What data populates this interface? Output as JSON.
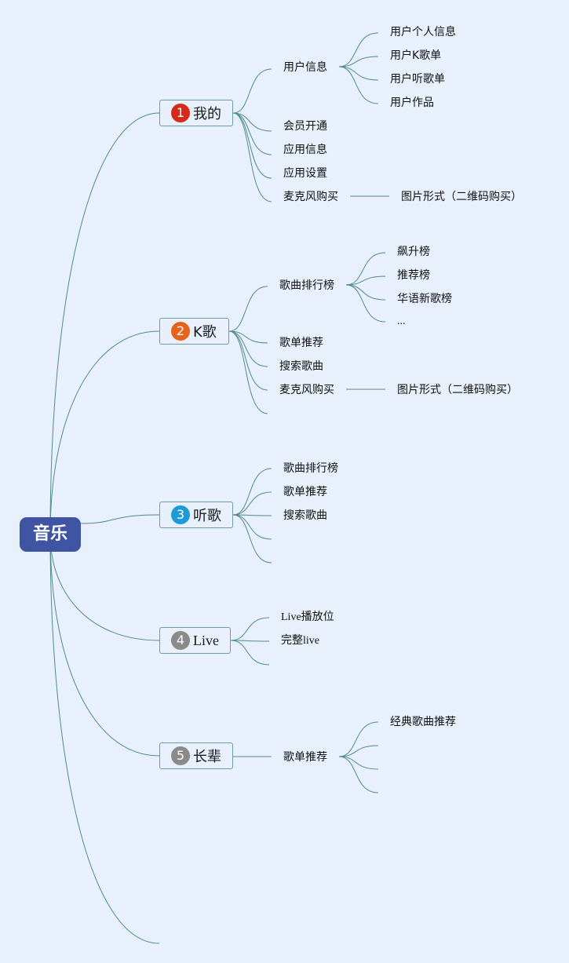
{
  "root": {
    "label": "音乐"
  },
  "branches": [
    {
      "badge": "1",
      "label": "我的",
      "items": [
        {
          "label": "用户信息",
          "children": [
            "用户个人信息",
            "用户K歌单",
            "用户听歌单",
            "用户作品"
          ]
        },
        {
          "label": "会员开通"
        },
        {
          "label": "应用信息"
        },
        {
          "label": "应用设置"
        },
        {
          "label": "麦克风购买",
          "children": [
            "图片形式（二维码购买）"
          ]
        }
      ]
    },
    {
      "badge": "2",
      "label": "K歌",
      "items": [
        {
          "label": "歌曲排行榜",
          "children": [
            "飙升榜",
            "推荐榜",
            "华语新歌榜",
            "..."
          ]
        },
        {
          "label": "歌单推荐"
        },
        {
          "label": "搜索歌曲"
        },
        {
          "label": "麦克风购买",
          "children": [
            "图片形式（二维码购买）"
          ]
        }
      ]
    },
    {
      "badge": "3",
      "label": "听歌",
      "items": [
        {
          "label": "歌曲排行榜"
        },
        {
          "label": "歌单推荐"
        },
        {
          "label": "搜索歌曲"
        }
      ]
    },
    {
      "badge": "4",
      "label": "Live",
      "items": [
        {
          "label": "Live播放位"
        },
        {
          "label": "完整live"
        }
      ]
    },
    {
      "badge": "5",
      "label": "长辈",
      "items": [
        {
          "label": "歌单推荐",
          "children": [
            "经典歌曲推荐"
          ]
        }
      ]
    }
  ]
}
